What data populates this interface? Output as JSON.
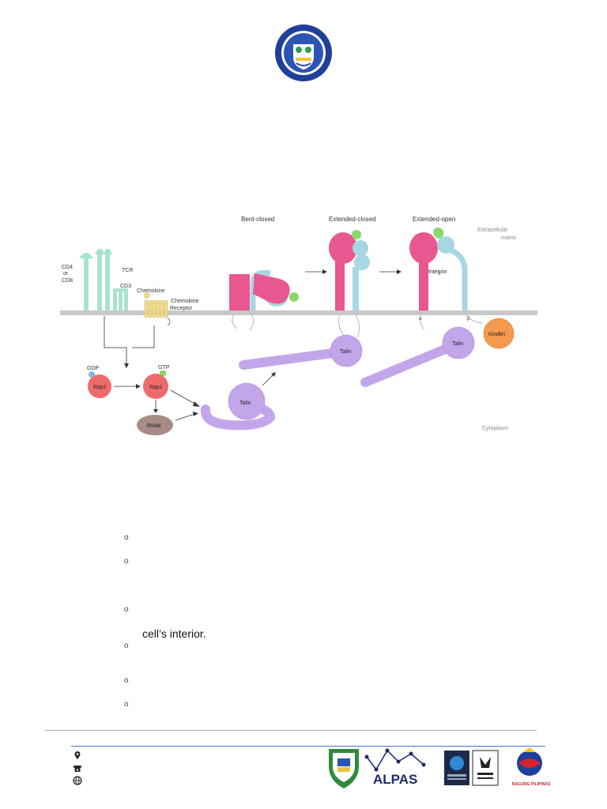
{
  "header": {
    "seal_icon": "university-seal-icon"
  },
  "figure": {
    "labels": {
      "bent_closed": "Bent-closed",
      "extended_closed": "Extended-closed",
      "extended_open": "Extended-open",
      "ecm_line1": "Extracellular",
      "ecm_line2": "matrix",
      "cd4": "CD4",
      "or": "or",
      "cd8": "CD8",
      "tcr": "TCR",
      "cd3": "CD3",
      "chemokine": "Chemokine",
      "chemokine_receptor_line1": "Chemokine",
      "chemokine_receptor_line2": "Receptor",
      "integrin": "Integrin",
      "talin": "Talin",
      "kindlin": "Kindlin",
      "gdp": "GDP",
      "gtp": "GTP",
      "rap1": "Rap1",
      "riam": "RIAM",
      "cytoplasm": "Cytoplasm",
      "alpha": "α",
      "beta": "β"
    },
    "colors": {
      "alpha_subunit": "#e8578f",
      "beta_subunit": "#a8d6e2",
      "talin": "#c3a6ea",
      "rap1": "#ef6b6b",
      "riam": "#a68b86",
      "kindlin": "#f39a4e",
      "tcr": "#a9e2d0",
      "chemokine_receptor": "#f3dc8a",
      "ligand": "#8ad86c",
      "membrane": "#c8c8c8"
    }
  },
  "content": {
    "bullet_marker": "o",
    "visible_text": "cell’s interior."
  },
  "footer": {
    "icons": [
      "location-pin-icon",
      "telephone-icon",
      "globe-icon"
    ],
    "logos": [
      "school-seal-logo",
      "alpas-logo",
      "iso-certification-logo",
      "ukas-logo",
      "bagong-pilipinas-logo"
    ],
    "alpas_text": "ALPAS",
    "bagong_text": "BAGONG PILIPINAS"
  }
}
